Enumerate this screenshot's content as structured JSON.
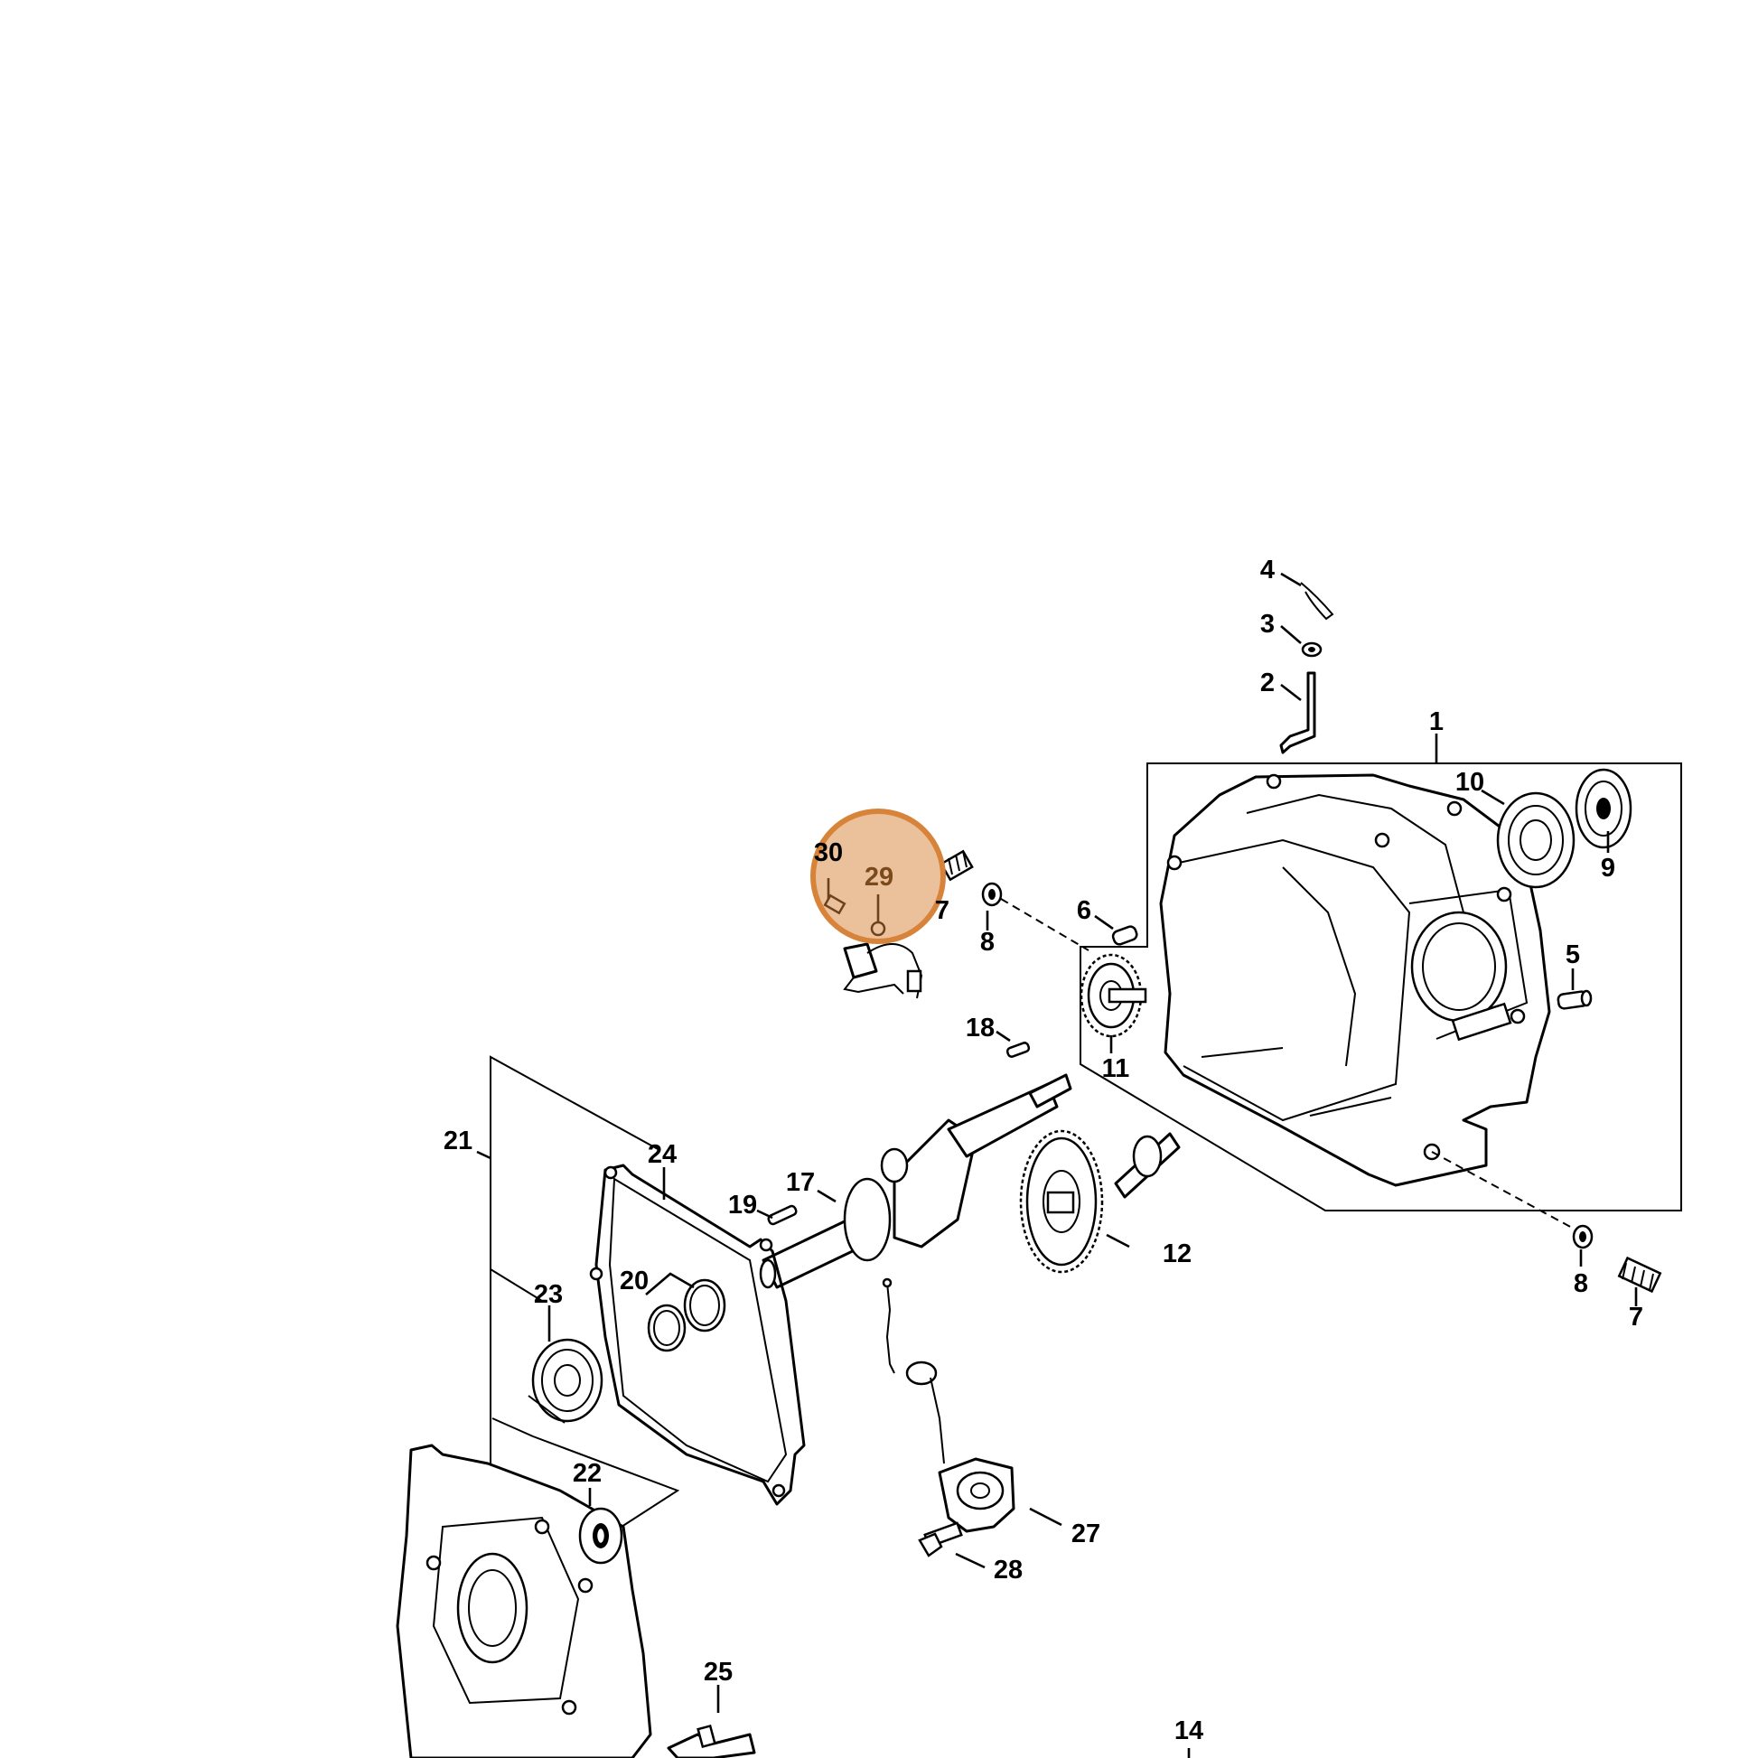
{
  "diagram": {
    "type": "exploded-parts-diagram",
    "highlight": {
      "label": "29",
      "color": "#d8833a"
    },
    "callouts": [
      {
        "id": "c1",
        "text": "1"
      },
      {
        "id": "c2",
        "text": "2"
      },
      {
        "id": "c3",
        "text": "3"
      },
      {
        "id": "c4",
        "text": "4"
      },
      {
        "id": "c5",
        "text": "5"
      },
      {
        "id": "c6",
        "text": "6"
      },
      {
        "id": "c7a",
        "text": "7"
      },
      {
        "id": "c7b",
        "text": "7"
      },
      {
        "id": "c8a",
        "text": "8"
      },
      {
        "id": "c8b",
        "text": "8"
      },
      {
        "id": "c9",
        "text": "9"
      },
      {
        "id": "c10",
        "text": "10"
      },
      {
        "id": "c11",
        "text": "11"
      },
      {
        "id": "c12",
        "text": "12"
      },
      {
        "id": "c14",
        "text": "14"
      },
      {
        "id": "c17",
        "text": "17"
      },
      {
        "id": "c18",
        "text": "18"
      },
      {
        "id": "c19",
        "text": "19"
      },
      {
        "id": "c20",
        "text": "20"
      },
      {
        "id": "c21",
        "text": "21"
      },
      {
        "id": "c22",
        "text": "22"
      },
      {
        "id": "c23",
        "text": "23"
      },
      {
        "id": "c24",
        "text": "24"
      },
      {
        "id": "c25",
        "text": "25"
      },
      {
        "id": "c27",
        "text": "27"
      },
      {
        "id": "c28",
        "text": "28"
      },
      {
        "id": "c29",
        "text": "29"
      },
      {
        "id": "c30",
        "text": "30"
      }
    ]
  }
}
